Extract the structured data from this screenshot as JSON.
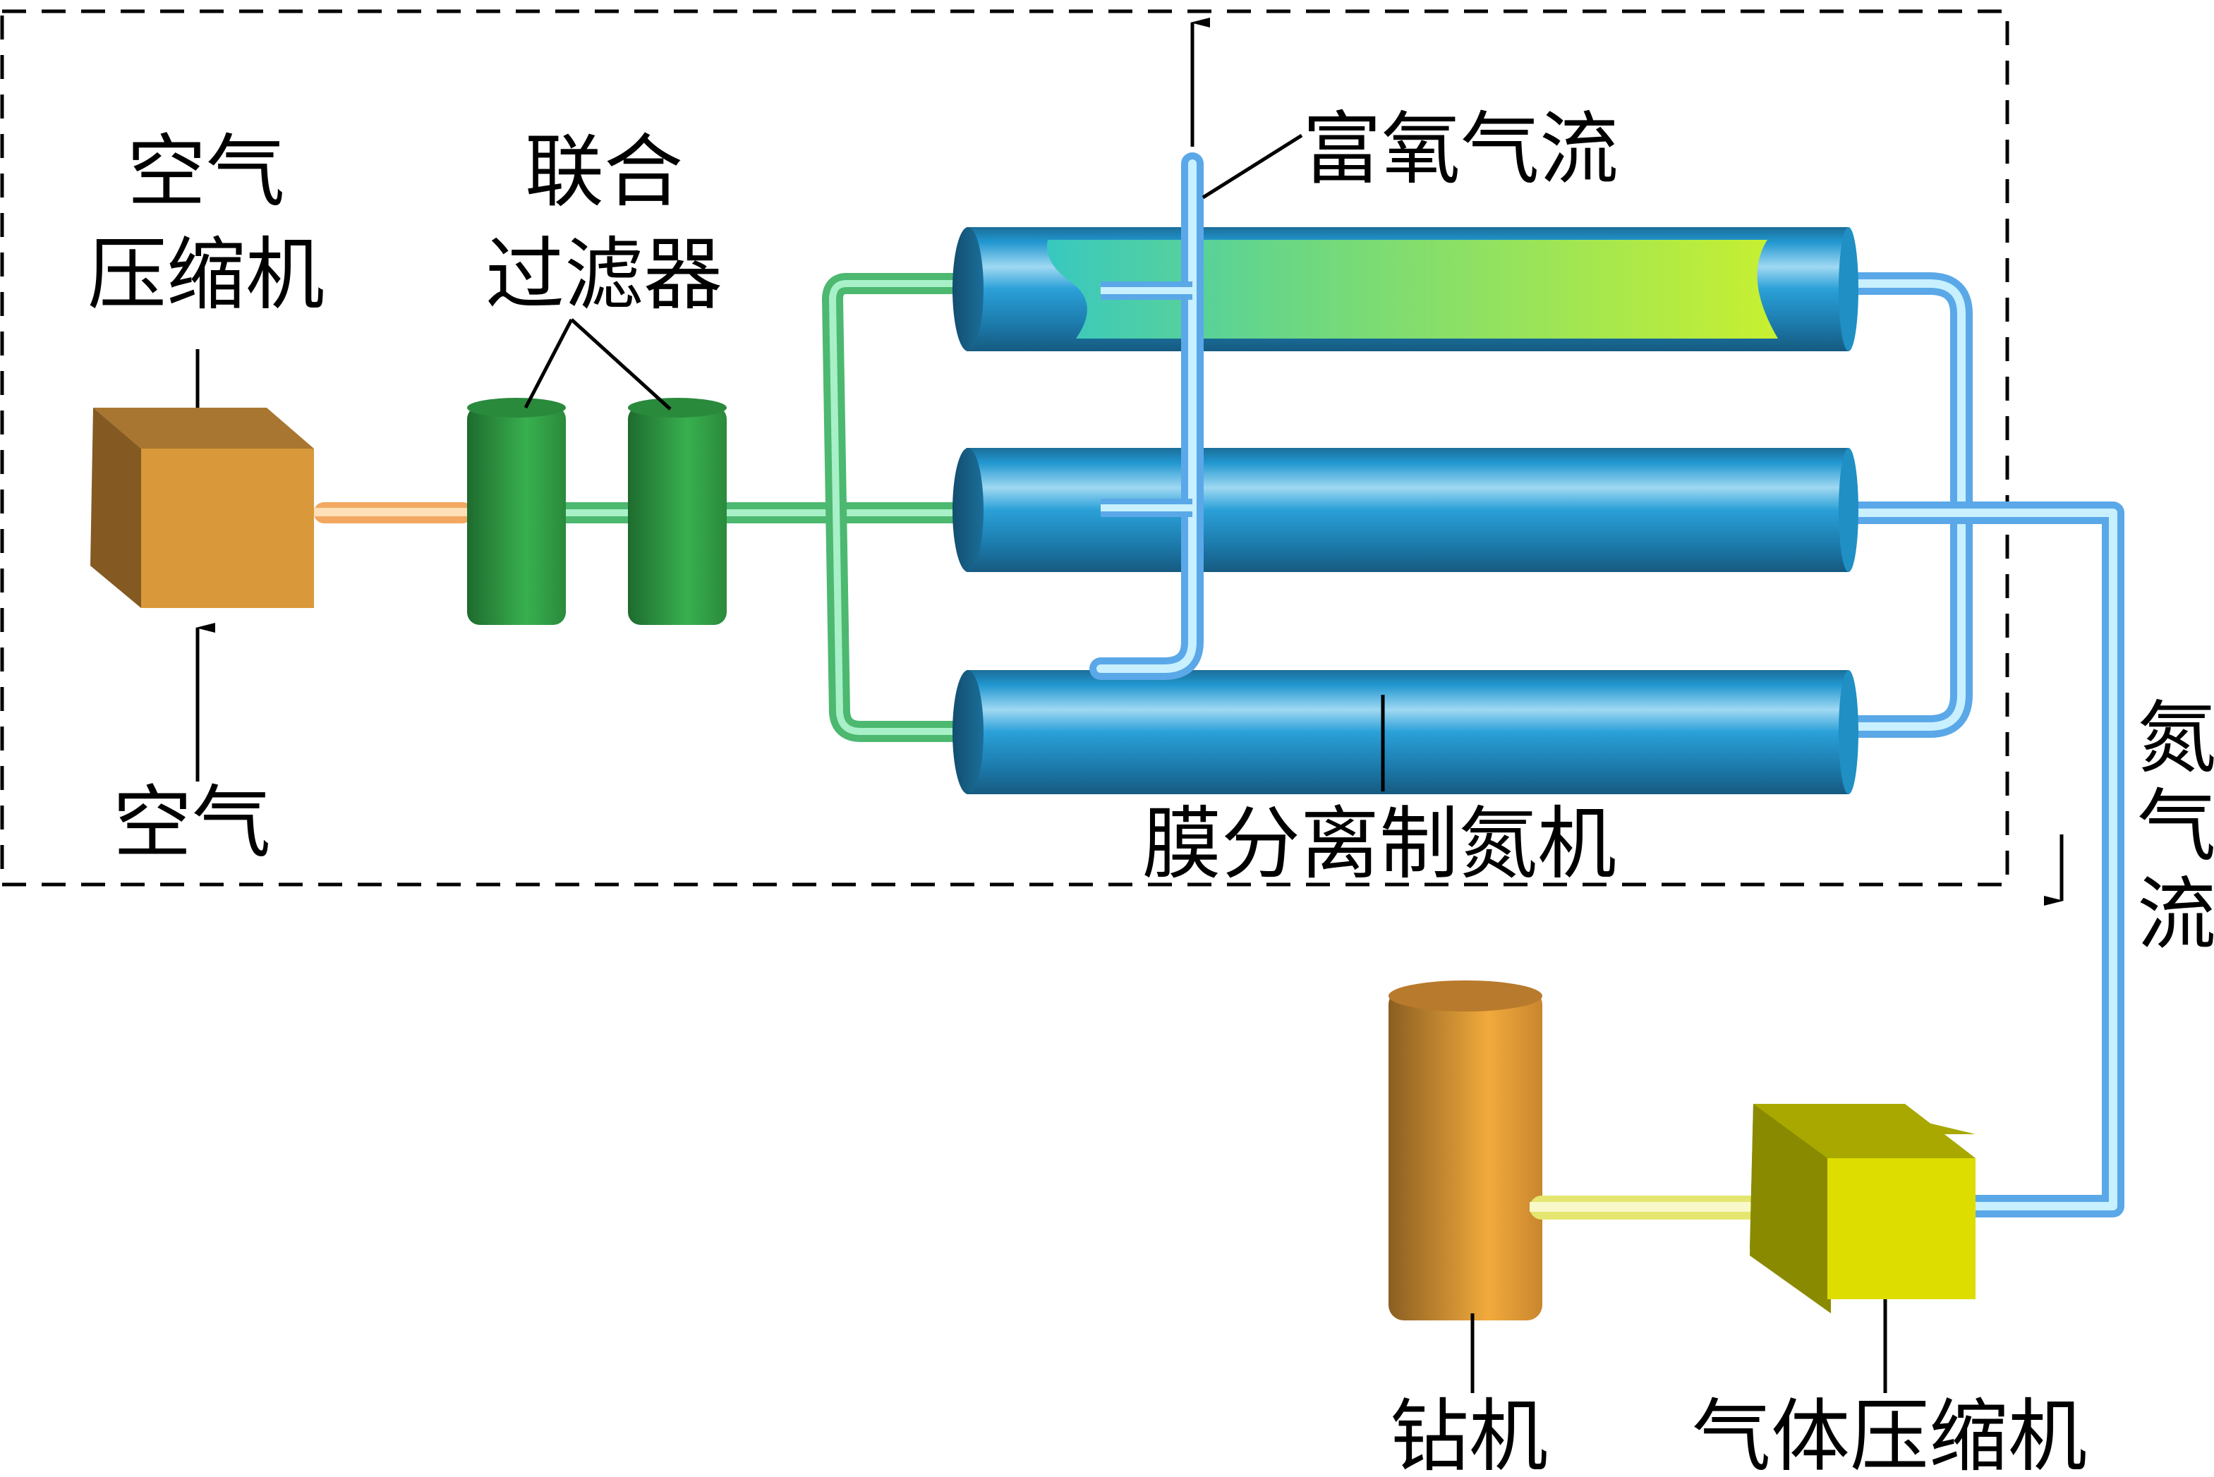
{
  "diagram": {
    "boundary": "dashed",
    "labels": {
      "air_compressor": [
        "空气",
        "压缩机"
      ],
      "air_input": "空气",
      "coalescing_filter": [
        "联合",
        "过滤器"
      ],
      "oxygen_rich_stream": "富氧气流",
      "membrane_unit": "膜分离制氮机",
      "nitrogen_stream": [
        "氮",
        "气",
        "流"
      ],
      "drilling_rig": "钻机",
      "gas_compressor": "气体压缩机"
    },
    "components": [
      {
        "id": "air-compressor",
        "shape": "box",
        "color": "#D9993A"
      },
      {
        "id": "filter-1",
        "shape": "cylinder",
        "color": "#2E9E45"
      },
      {
        "id": "filter-2",
        "shape": "cylinder",
        "color": "#2E9E45"
      },
      {
        "id": "membrane-module-1",
        "shape": "horizontal-cylinder",
        "color": "#1F8FC4",
        "cutaway": true
      },
      {
        "id": "membrane-module-2",
        "shape": "horizontal-cylinder",
        "color": "#1F8FC4"
      },
      {
        "id": "membrane-module-3",
        "shape": "horizontal-cylinder",
        "color": "#1F8FC4"
      },
      {
        "id": "drilling-rig",
        "shape": "cylinder",
        "color": "#D98F30"
      },
      {
        "id": "gas-compressor",
        "shape": "box",
        "color": "#DDDD00"
      }
    ],
    "flow": [
      "空气 → 空气压缩机",
      "空气压缩机 → 联合过滤器",
      "联合过滤器 → 膜分离制氮机",
      "膜分离制氮机 → 富氧气流 (上)",
      "膜分离制氮机 → 氮气流 → 气体压缩机",
      "气体压缩机 → 钻机"
    ],
    "colors": {
      "orange_pipe": "#F5B070",
      "green_pipe": "#6FD89A",
      "blue_pipe": "#8CCFF5",
      "yellow_pipe": "#EEF08A"
    }
  }
}
